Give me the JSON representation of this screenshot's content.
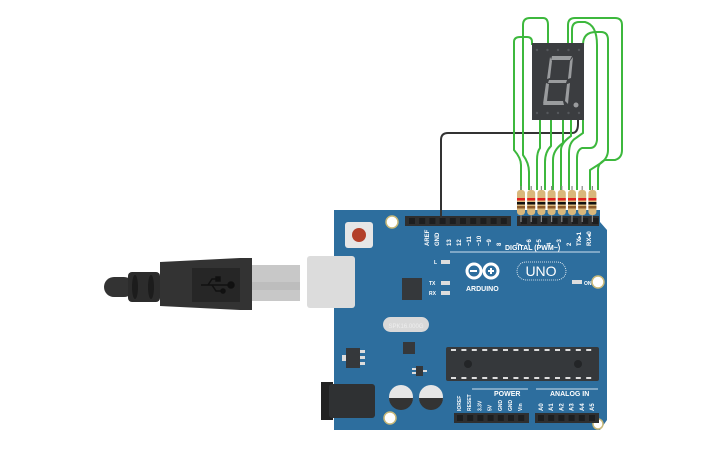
{
  "canvas": {
    "background": "#ffffff"
  },
  "board": {
    "brand": "ARDUINO",
    "model": "UNO",
    "crystal_label": "SPK16.000G",
    "color": "#2d6e9e",
    "digital_header_title": "DIGITAL (PWM~)",
    "digital_pins": [
      "AREF",
      "GND",
      "13",
      "12",
      "~11",
      "~10",
      "~9",
      "8",
      "7",
      "~6",
      "~5",
      "4",
      "~3",
      "2",
      "TX▸1",
      "RX◂0"
    ],
    "led_labels": {
      "l": "L",
      "tx": "TX",
      "rx": "RX",
      "on": "ON"
    },
    "power_header_title": "POWER",
    "power_pins": [
      "IOREF",
      "RESET",
      "3.3V",
      "5V",
      "GND",
      "GND",
      "Vin"
    ],
    "analog_header_title": "ANALOG IN",
    "analog_pins": [
      "A0",
      "A1",
      "A2",
      "A3",
      "A4",
      "A5"
    ]
  },
  "display": {
    "type": "seven-segment",
    "color": "#3b3d40",
    "segment_color": "#9a9c9e"
  },
  "resistors": {
    "count": 8,
    "bands": [
      "#e02020",
      "#111111",
      "#8b5a2b"
    ]
  },
  "wire_colors": {
    "signal": "#3db83d",
    "ground": "#333333"
  },
  "usb": {
    "cable_color": "#3a3a3a"
  }
}
